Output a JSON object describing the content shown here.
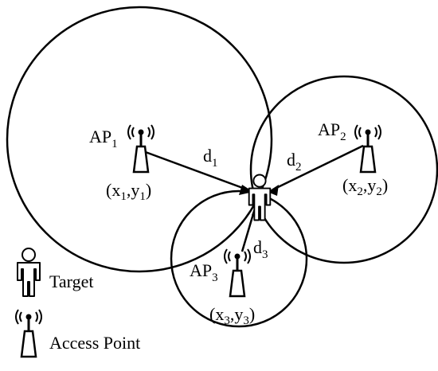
{
  "access_points": [
    {
      "name": "AP",
      "index": "1",
      "x_sub": "1",
      "y_sub": "1"
    },
    {
      "name": "AP",
      "index": "2",
      "x_sub": "2",
      "y_sub": "2"
    },
    {
      "name": "AP",
      "index": "3",
      "x_sub": "3",
      "y_sub": "3"
    }
  ],
  "distances": [
    {
      "symbol": "d",
      "index": "1"
    },
    {
      "symbol": "d",
      "index": "2"
    },
    {
      "symbol": "d",
      "index": "3"
    }
  ],
  "coord": {
    "open": "(",
    "x": "x",
    "comma": ",",
    "y": "y",
    "close": ")"
  },
  "legend": {
    "target_label": "Target",
    "access_point_label": "Access Point"
  },
  "colors": {
    "stroke": "#000000",
    "background": "#ffffff"
  },
  "icons": {
    "target": "person-icon",
    "access_point": "antenna-icon"
  }
}
